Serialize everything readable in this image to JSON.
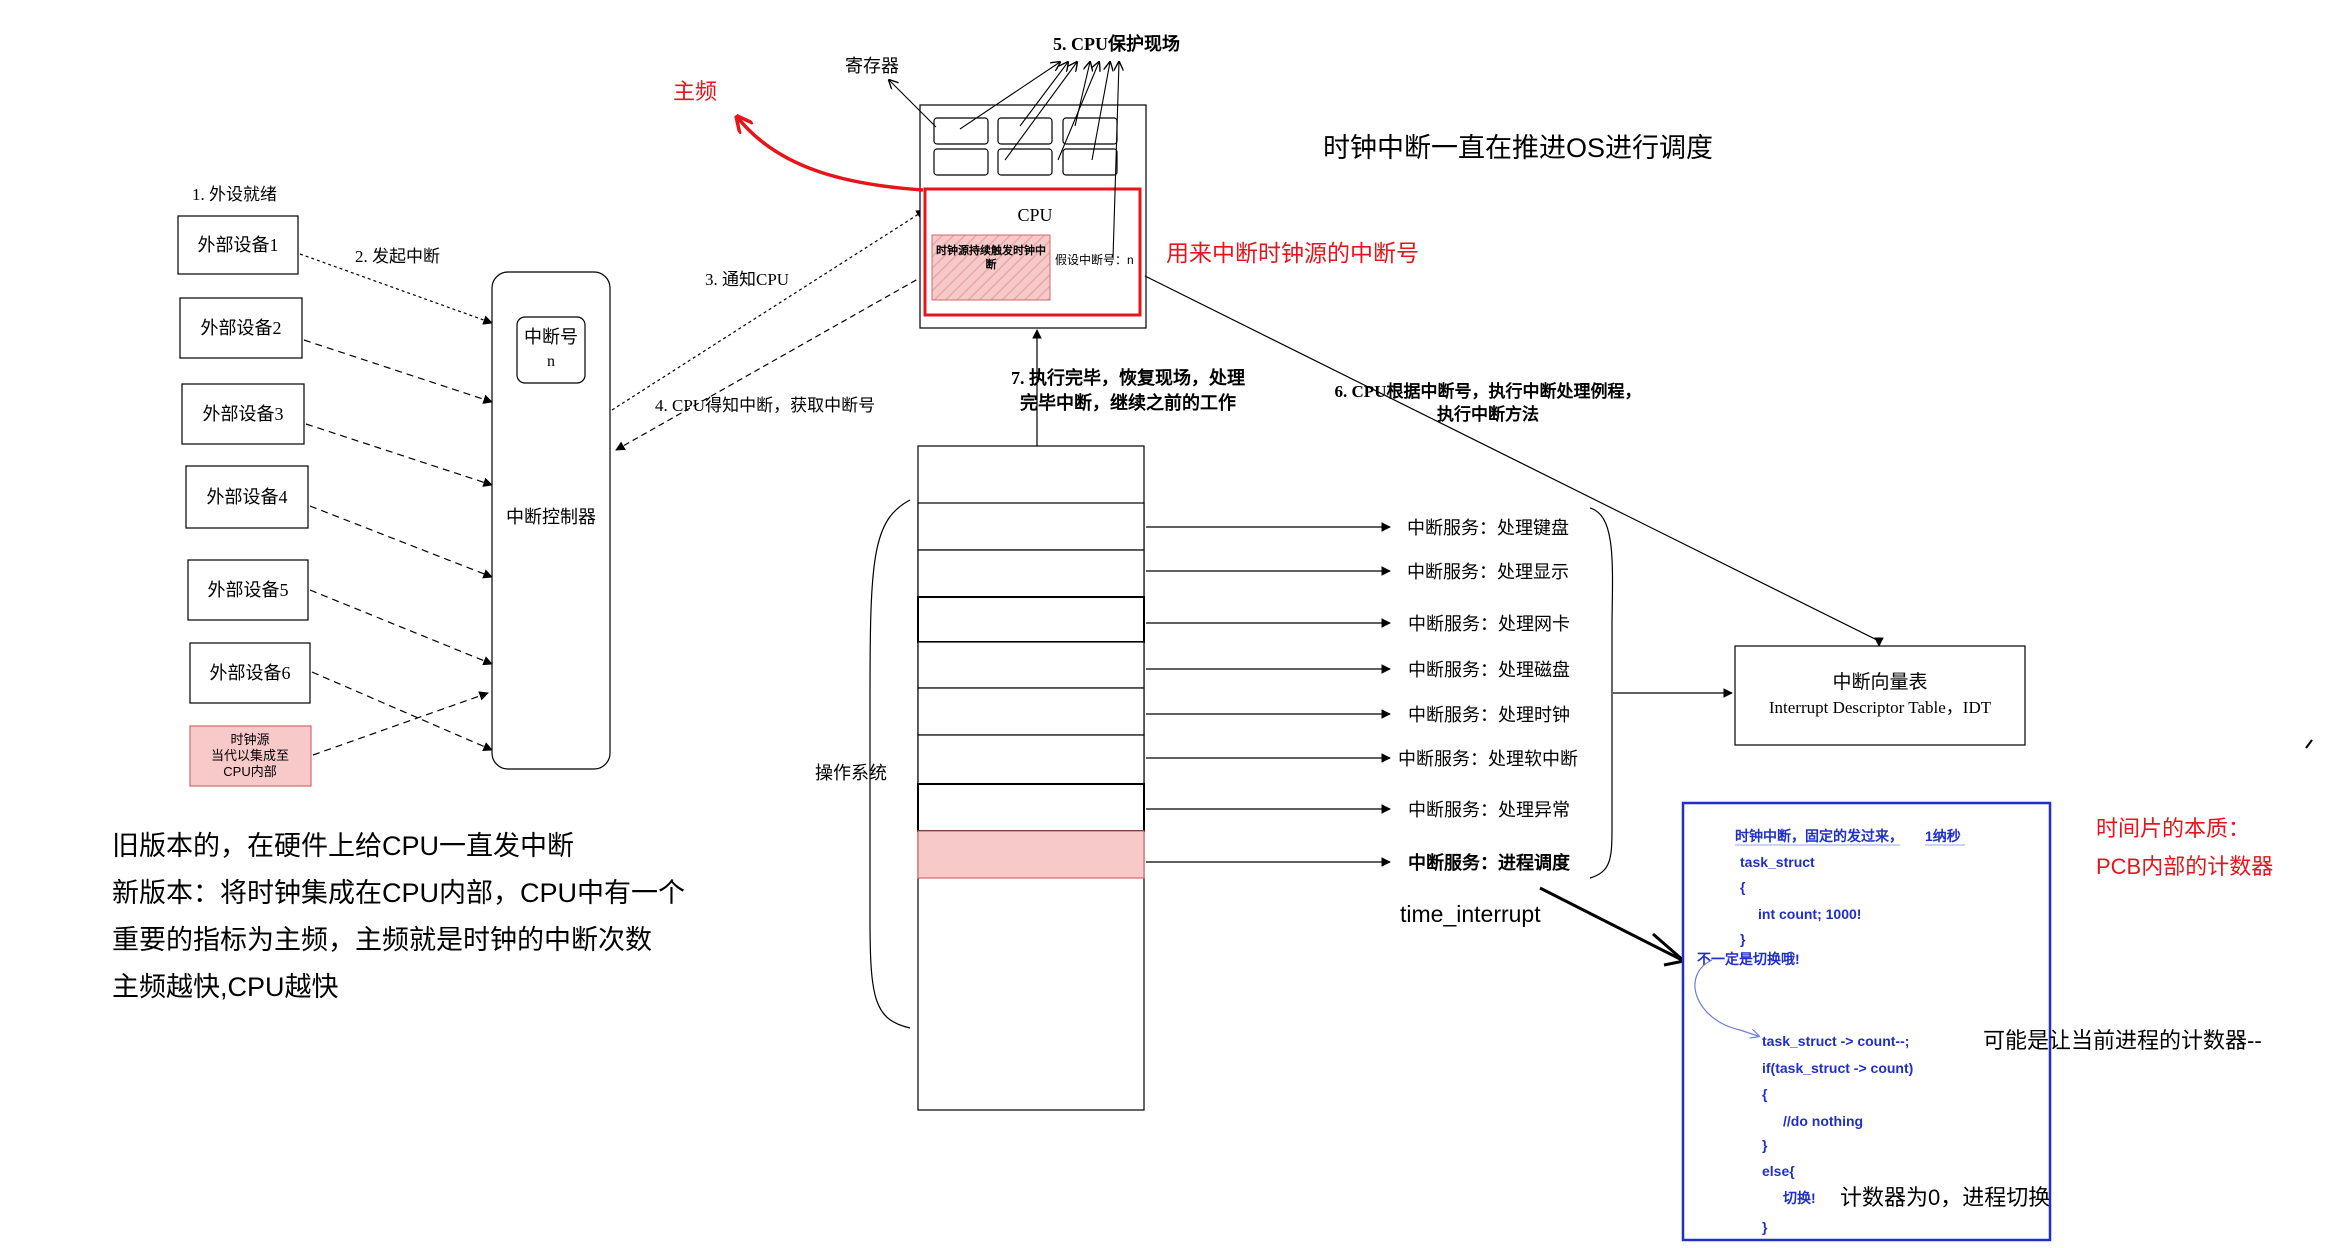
{
  "devices": {
    "step1_label": "1. 外设就绪",
    "items": [
      "外部设备1",
      "外部设备2",
      "外部设备3",
      "外部设备4",
      "外部设备5",
      "外部设备6"
    ],
    "clock_source": [
      "时钟源",
      "当代以集成至",
      "CPU内部"
    ]
  },
  "controller": {
    "step2_label": "2. 发起中断",
    "number_label": "中断号",
    "number_value": "n",
    "name": "中断控制器"
  },
  "cpu": {
    "register_label": "寄存器",
    "step5_label": "5. CPU保护现场",
    "title": "CPU",
    "clock_trigger": "时钟源持续触发时钟中断",
    "assumed_interrupt": "假设中断号：n",
    "freq_note": "主频",
    "interrupt_number_note": "用来中断时钟源的中断号"
  },
  "flow": {
    "step3_label": "3. 通知CPU",
    "step4_label": "4. CPU得知中断，获取中断号",
    "step6_label_line1": "6. CPU根据中断号，执行中断处理例程，",
    "step6_label_line2": "执行中断方法",
    "step7_label_line1": "7. 执行完毕，恢复现场，处理",
    "step7_label_line2": "完毕中断，继续之前的工作"
  },
  "headline": "时钟中断一直在推进OS进行调度",
  "os": {
    "label": "操作系统",
    "services": [
      "中断服务：处理键盘",
      "中断服务：处理显示",
      "中断服务：处理网卡",
      "中断服务：处理磁盘",
      "中断服务：处理时钟",
      "中断服务：处理软中断",
      "中断服务：处理异常",
      "中断服务：进程调度"
    ],
    "time_interrupt": "time_interrupt"
  },
  "idt": {
    "title": "中断向量表",
    "subtitle": "Interrupt Descriptor Table，IDT"
  },
  "code": {
    "line1": "时钟中断，固定的发过来，",
    "line1_tail": "1纳秒",
    "line2": "task_struct",
    "line3": "{",
    "line4": "int count; 1000!",
    "line5": "}",
    "line6": "不一定是切换哦!",
    "line7": "task_struct -> count--;",
    "line8": "if(task_struct -> count)",
    "line9": "{",
    "line10": "//do nothing",
    "line11": "}",
    "line12": "else{",
    "line13": "切换!",
    "line14": "}",
    "note_counter": "可能是让当前进程的计数器--",
    "note_switch": "计数器为0，进程切换"
  },
  "timeslice": {
    "line1": "时间片的本质：",
    "line2": "PCB内部的计数器"
  },
  "notes": {
    "line1": "旧版本的，在硬件上给CPU一直发中断",
    "line2": "新版本：将时钟集成在CPU内部，CPU中有一个",
    "line3": "重要的指标为主频，主频就是时钟的中断次数",
    "line4": "主频越快,CPU越快"
  },
  "colors": {
    "red": "#e8141b",
    "blue": "#1f2fc8",
    "pink": "#f7c9c9",
    "pink_border": "#d36a6a"
  }
}
